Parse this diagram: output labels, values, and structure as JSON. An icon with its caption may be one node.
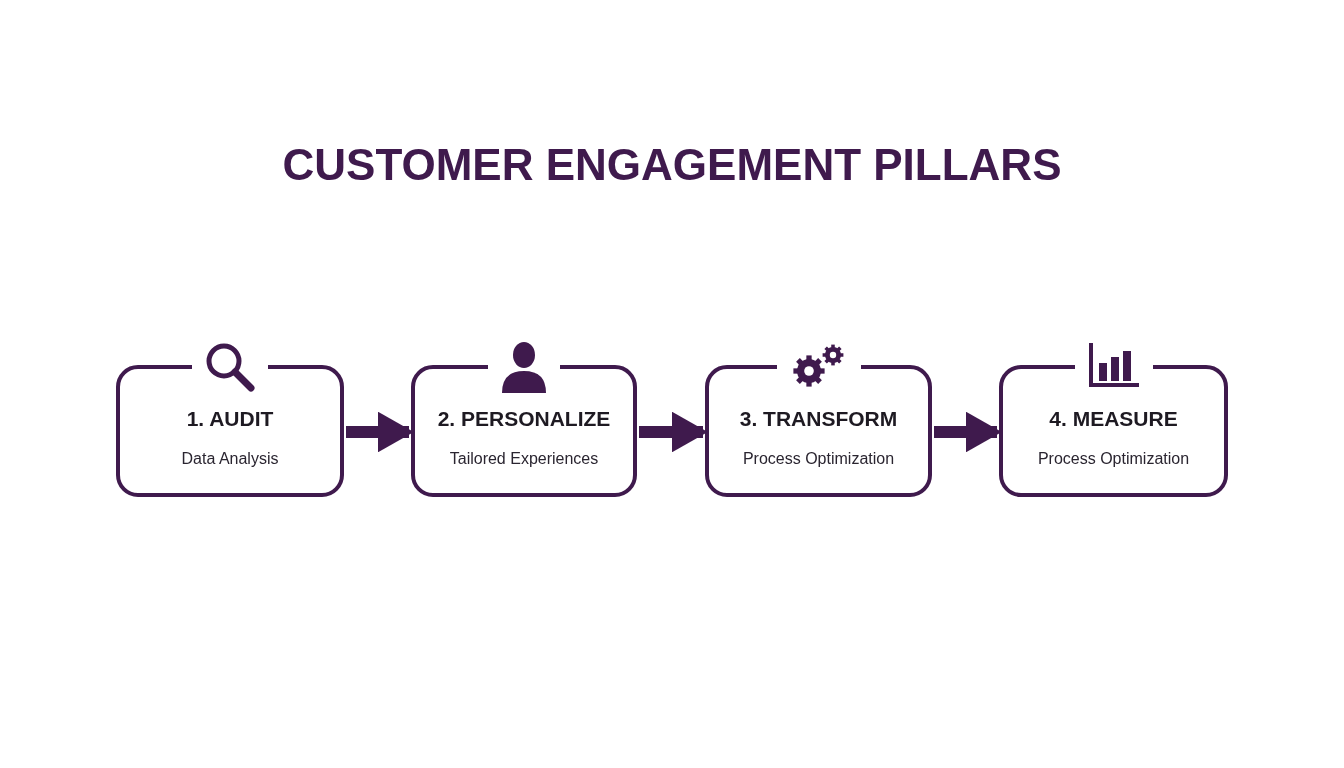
{
  "diagram": {
    "title": "CUSTOMER ENGAGEMENT PILLARS",
    "nodes": [
      {
        "text": [
          "1. AUDIT",
          "Data Analysis"
        ]
      },
      {
        "text": [
          "2. PERSONALIZE",
          "Tailored Experiences"
        ]
      },
      {
        "text": [
          "3. TRANSFORM",
          "Process Optimization"
        ]
      },
      {
        "text": [
          "4. MEASURE",
          "Process Optimization"
        ]
      }
    ],
    "edges": [
      {
        "from": 0,
        "to": 1,
        "arrow": "to"
      },
      {
        "from": 1,
        "to": 2,
        "arrow": "to"
      },
      {
        "from": 2,
        "to": 3,
        "arrow": "to"
      }
    ]
  }
}
